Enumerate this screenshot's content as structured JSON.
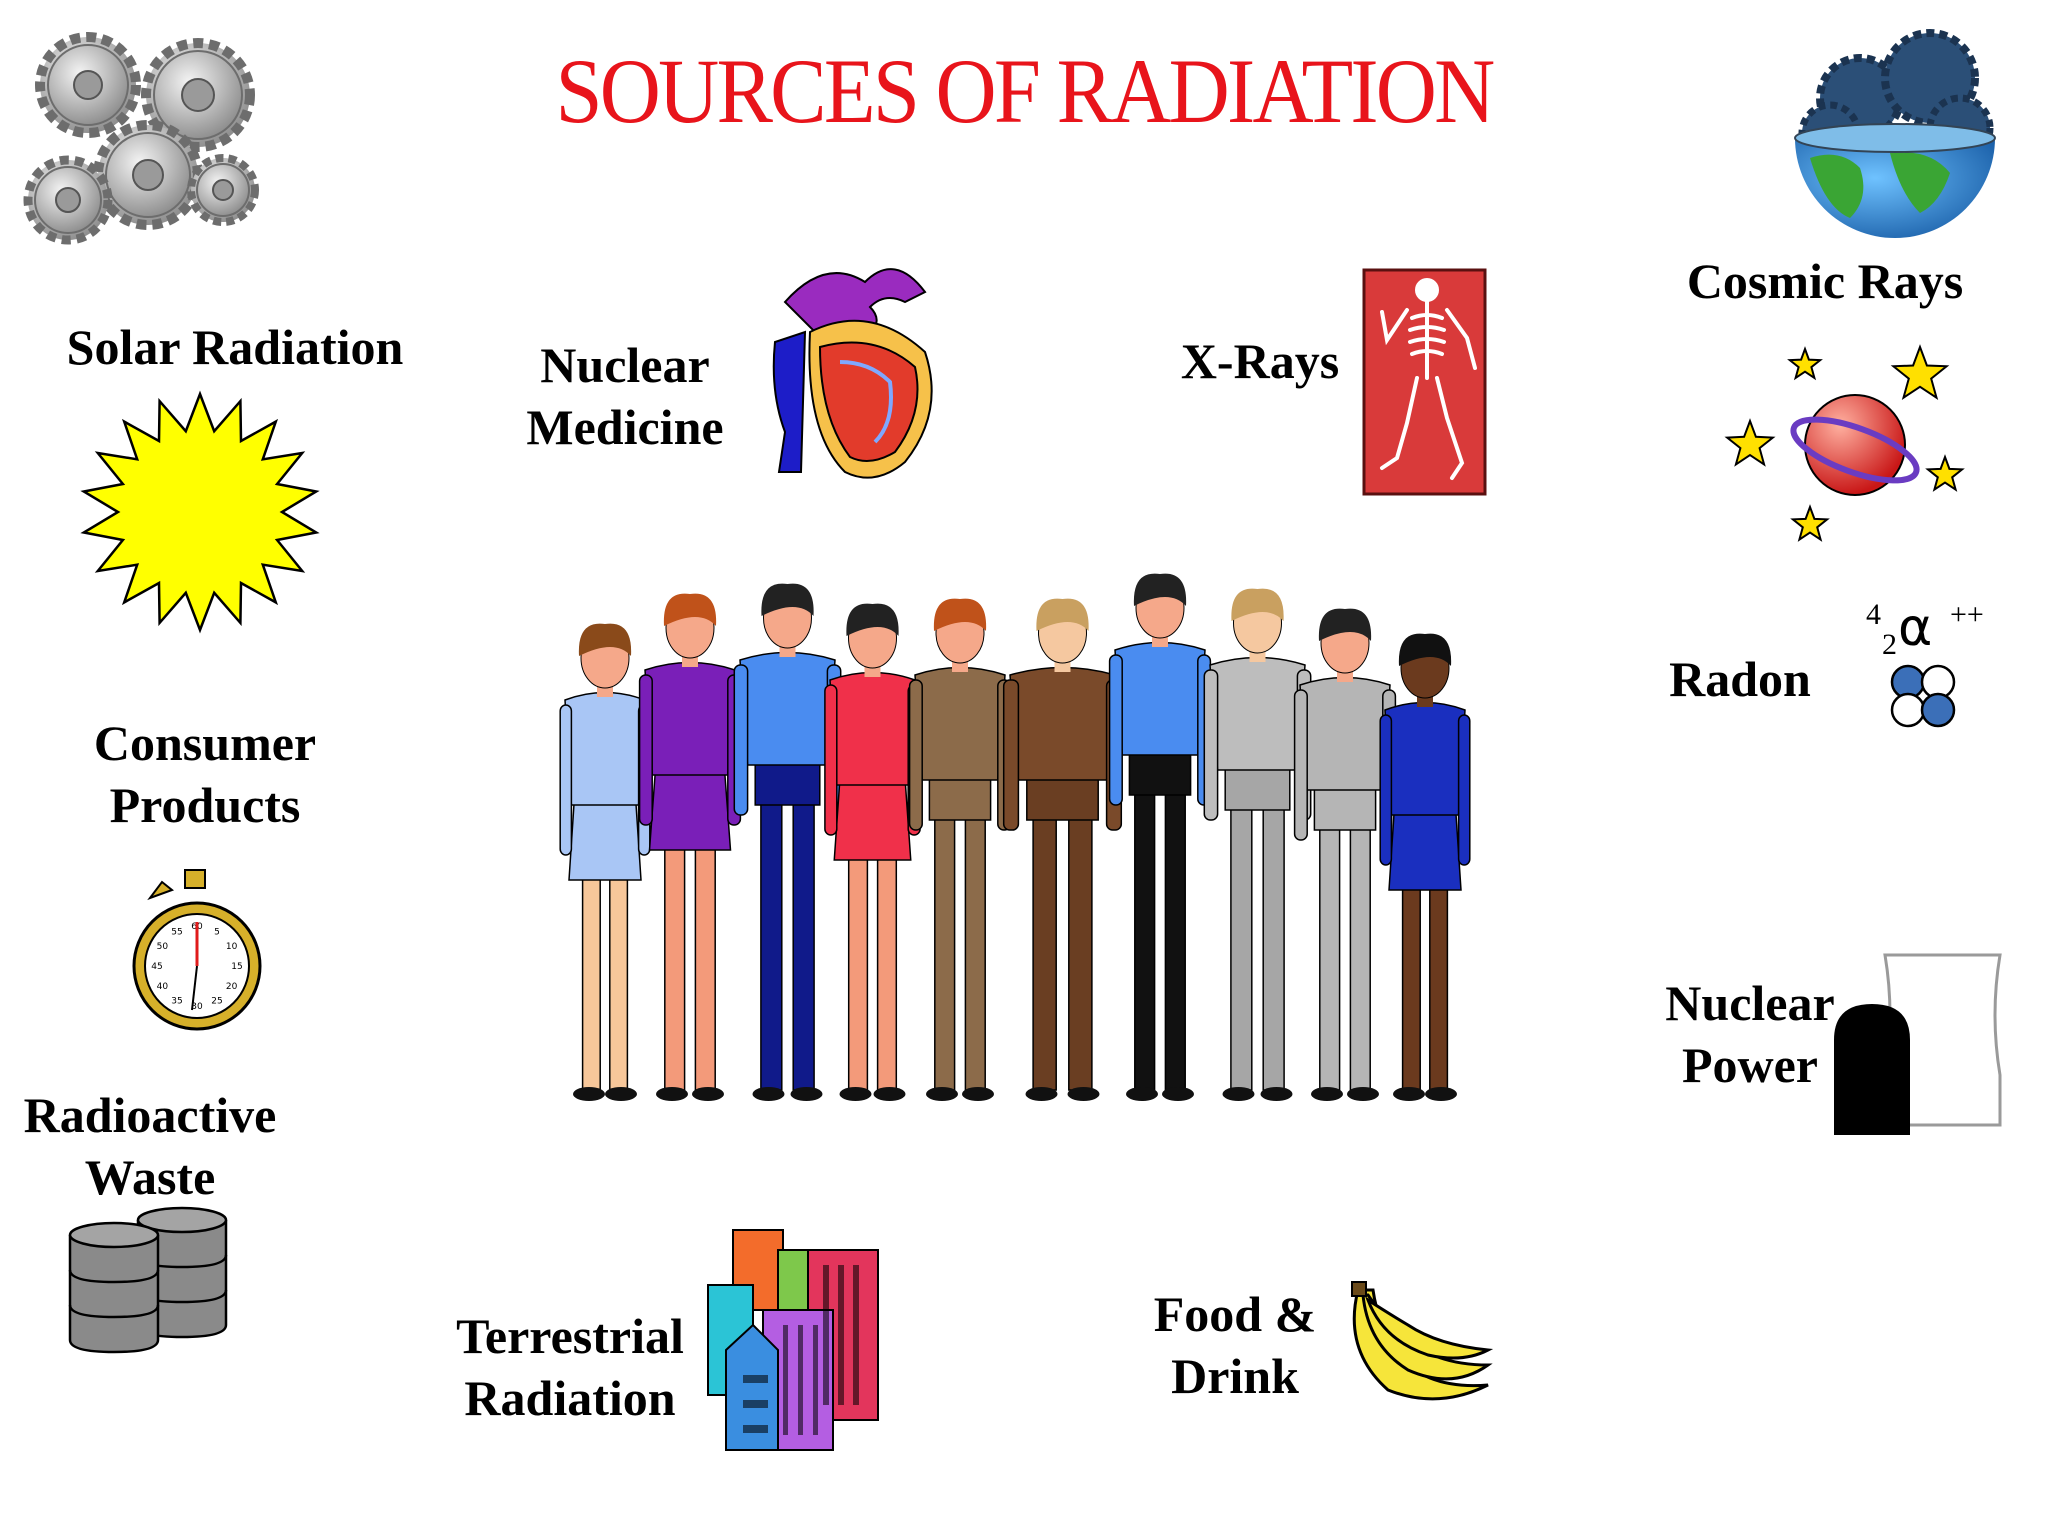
{
  "title": "SOURCES OF RADIATION",
  "sources": {
    "solar": "Solar Radiation",
    "nuclear_medicine": [
      "Nuclear",
      "Medicine"
    ],
    "xrays": "X-Rays",
    "cosmic": "Cosmic Rays",
    "consumer": [
      "Consumer",
      "Products"
    ],
    "radon": "Radon",
    "radon_formula": {
      "mass": "4",
      "atomic": "2",
      "symbol": "α",
      "charge": "++"
    },
    "waste": [
      "Radioactive",
      "Waste"
    ],
    "nuclear_power": [
      "Nuclear",
      "Power"
    ],
    "terrestrial": [
      "Terrestrial",
      "Radiation"
    ],
    "food": [
      "Food &",
      "Drink"
    ]
  },
  "stopwatch_numbers": [
    "60",
    "5",
    "10",
    "15",
    "20",
    "25",
    "30",
    "35",
    "40",
    "45",
    "50",
    "55"
  ],
  "colors": {
    "title": "#e8141b",
    "sun": "#ffff00",
    "xray_bg": "#d93a3a"
  }
}
